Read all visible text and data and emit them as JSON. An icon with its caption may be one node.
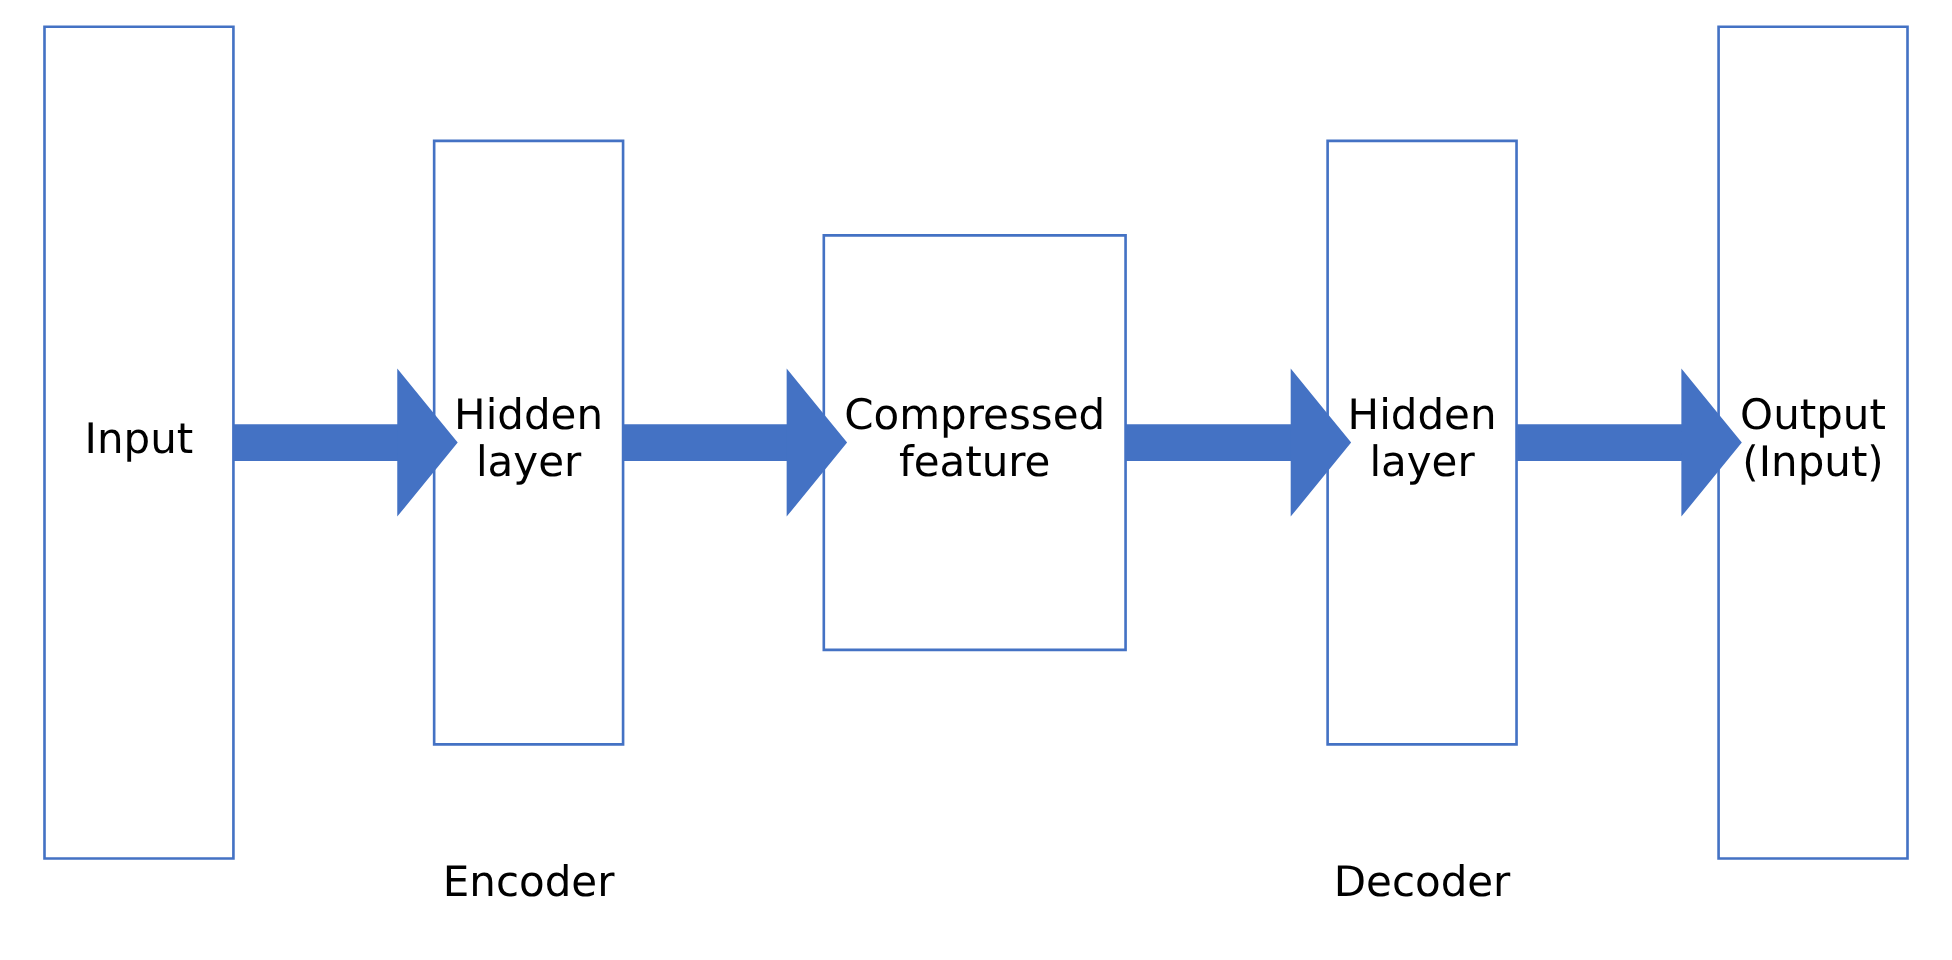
{
  "diagram": {
    "nodes": [
      {
        "text": [
          "Input"
        ]
      },
      {
        "text": [
          "Hidden layer"
        ]
      },
      {
        "text": [
          "Compressed feature"
        ]
      },
      {
        "text": [
          "Hidden layer"
        ]
      },
      {
        "text": [
          "Output (Input)"
        ]
      }
    ],
    "edges": [
      {
        "from": 0,
        "to": 1,
        "arrow": "to"
      },
      {
        "from": 1,
        "to": 2,
        "arrow": "to"
      },
      {
        "from": 2,
        "to": 3,
        "arrow": "to"
      },
      {
        "from": 3,
        "to": 4,
        "arrow": "to"
      }
    ],
    "labels": [
      "Encoder",
      "Decoder"
    ]
  }
}
